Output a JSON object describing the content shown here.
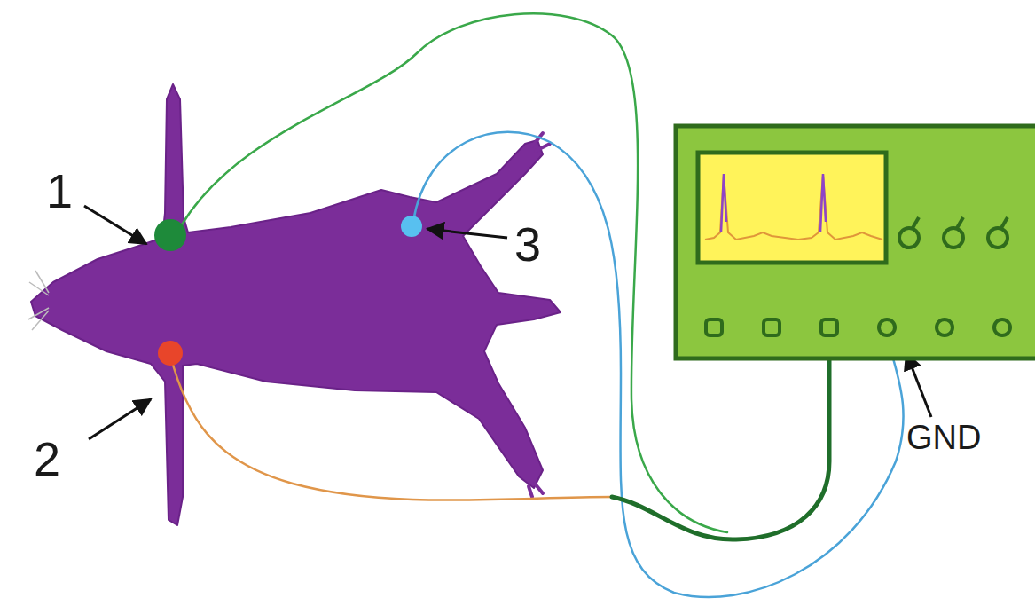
{
  "diagram": {
    "labels": [
      "1",
      "2",
      "3",
      "GND"
    ]
  }
}
